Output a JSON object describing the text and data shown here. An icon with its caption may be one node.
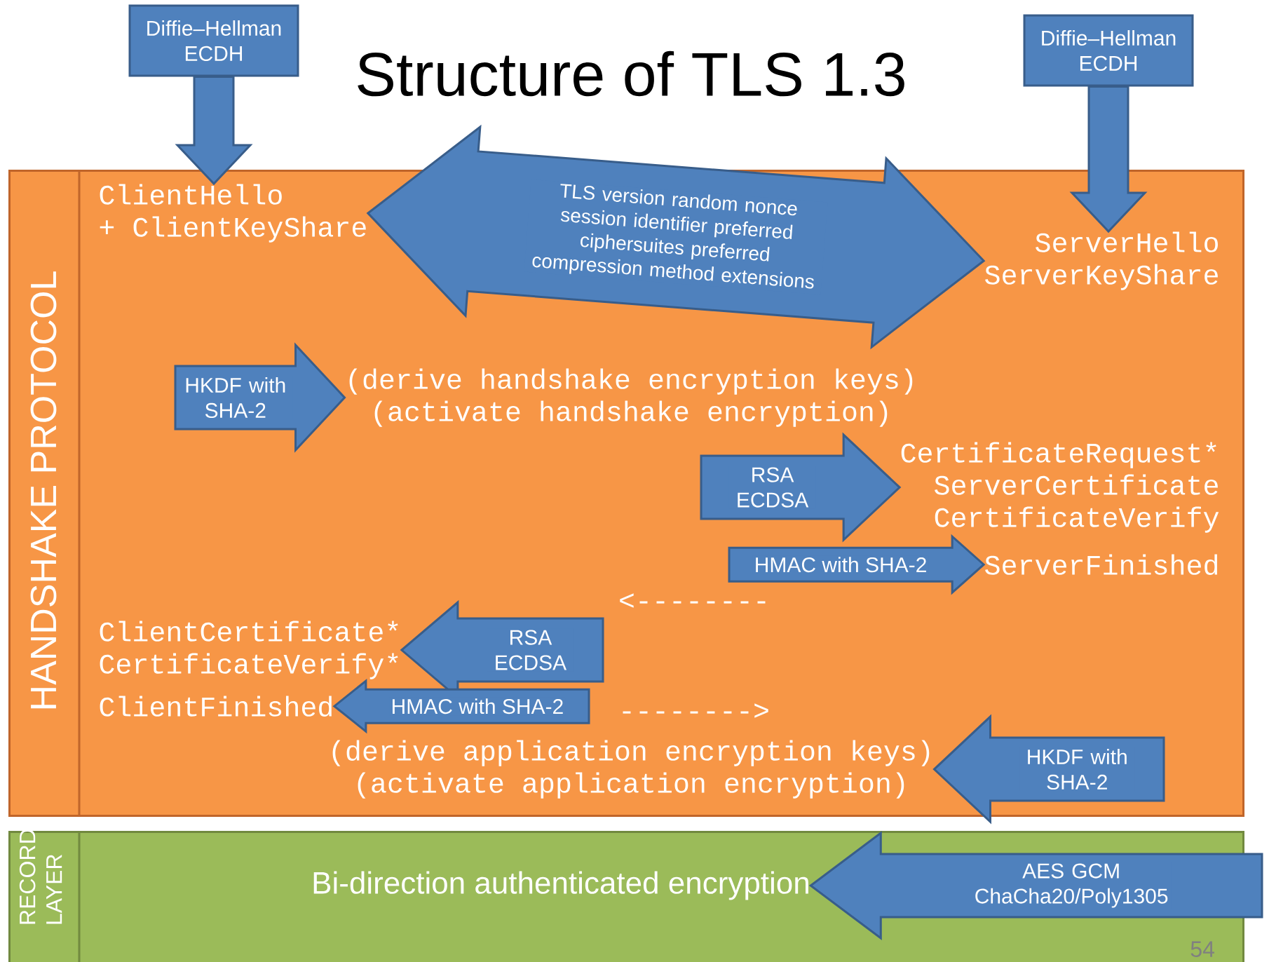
{
  "diagram": {
    "title": "Structure of TLS 1.3",
    "nodes": [
      {
        "text": [
          "Diffie–Hellman ECDH"
        ]
      },
      {
        "text": [
          "Diffie–Hellman ECDH"
        ]
      },
      {
        "text": [
          "HANDSHAKE PROTOCOL"
        ]
      },
      {
        "text": [
          "ClientHello",
          "+ ClientKeyShare"
        ],
        "in": 2
      },
      {
        "text": [
          "ServerHello",
          "ServerKeyShare"
        ],
        "in": 2
      },
      {
        "text": [
          "(derive handshake encryption keys)",
          "(activate handshake encryption)"
        ],
        "in": 2
      },
      {
        "text": [
          "CertificateRequest*",
          "ServerCertificate",
          "CertificateVerify"
        ],
        "in": 2
      },
      {
        "text": [
          "ServerFinished"
        ],
        "in": 2
      },
      {
        "text": [
          "ClientCertificate*",
          "CertificateVerify*"
        ],
        "in": 2
      },
      {
        "text": [
          "ClientFinished"
        ],
        "in": 2
      },
      {
        "text": [
          "(derive application encryption keys)",
          "(activate application encryption)"
        ],
        "in": 2
      },
      {
        "text": [
          "RECORD LAYER"
        ]
      },
      {
        "text": [
          "Bi-direction authenticated encryption"
        ],
        "in": 11
      }
    ],
    "edges": [
      {
        "from": 0,
        "to": 3,
        "arrow": "to"
      },
      {
        "from": 1,
        "to": 4,
        "arrow": "to"
      },
      {
        "from": 3,
        "to": 4,
        "arrow": "both",
        "label": "TLS version random nonce session identifier preferred ciphersuites preferred compression method extensions"
      },
      {
        "from": null,
        "to": 5,
        "arrow": "to",
        "label": "HKDF with SHA-2"
      },
      {
        "from": null,
        "to": 6,
        "arrow": "to",
        "label": "RSA ECDSA"
      },
      {
        "from": null,
        "to": 7,
        "arrow": "to",
        "label": "HMAC with SHA-2"
      },
      {
        "from": null,
        "to": 8,
        "arrow": "to",
        "label": "RSA ECDSA"
      },
      {
        "from": null,
        "to": 9,
        "arrow": "to",
        "label": "HMAC with SHA-2"
      },
      {
        "from": null,
        "to": 10,
        "arrow": "to",
        "label": "HKDF with SHA-2"
      },
      {
        "from": null,
        "to": 12,
        "arrow": "to",
        "label": "AES GCM ChaCha20/Poly1305"
      }
    ],
    "labels": [
      "<--------",
      "-------->",
      "54"
    ]
  }
}
